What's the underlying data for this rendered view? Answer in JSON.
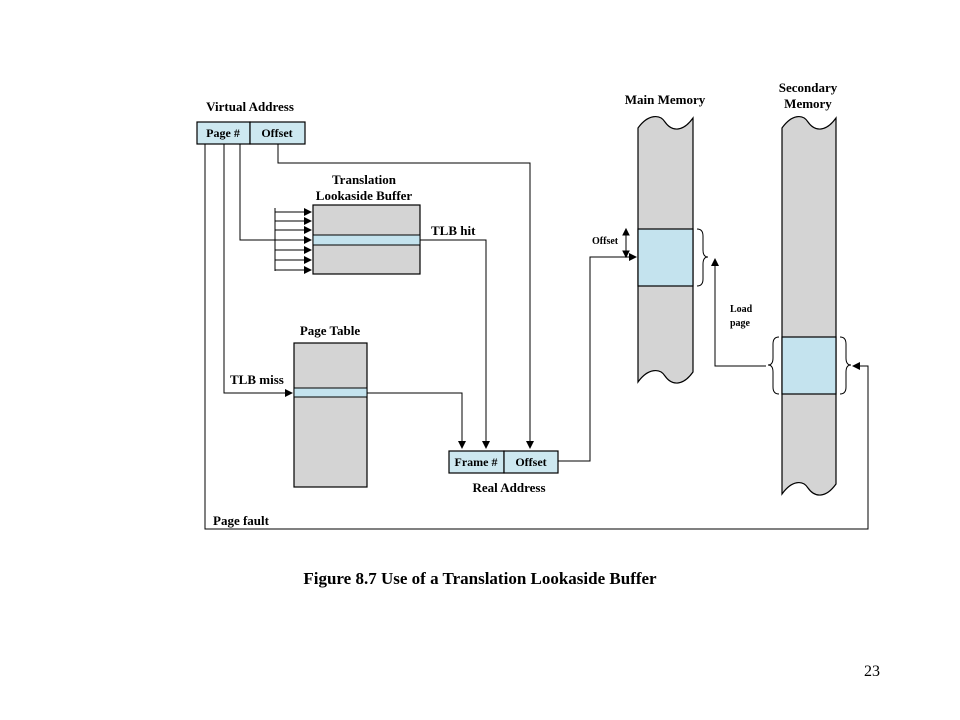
{
  "virtual_address": {
    "title": "Virtual Address",
    "page_field": "Page #",
    "offset_field": "Offset"
  },
  "tlb": {
    "title_line1": "Translation",
    "title_line2": "Lookaside Buffer",
    "hit_label": "TLB hit",
    "miss_label": "TLB miss"
  },
  "page_table": {
    "title": "Page Table"
  },
  "real_address": {
    "title": "Real Address",
    "frame_field": "Frame #",
    "offset_field": "Offset"
  },
  "main_memory": {
    "title": "Main Memory",
    "offset_label": "Offset"
  },
  "secondary_memory": {
    "title_line1": "Secondary",
    "title_line2": "Memory"
  },
  "load_page": {
    "line1": "Load",
    "line2": "page"
  },
  "page_fault": {
    "label": "Page fault"
  },
  "caption": "Figure 8.7  Use of a Translation Lookaside Buffer",
  "page_number": "23",
  "colors": {
    "field_fill": "#cde8f0",
    "memory_gray": "#d4d4d4",
    "highlight": "#c4e3ee",
    "line": "#000000"
  }
}
